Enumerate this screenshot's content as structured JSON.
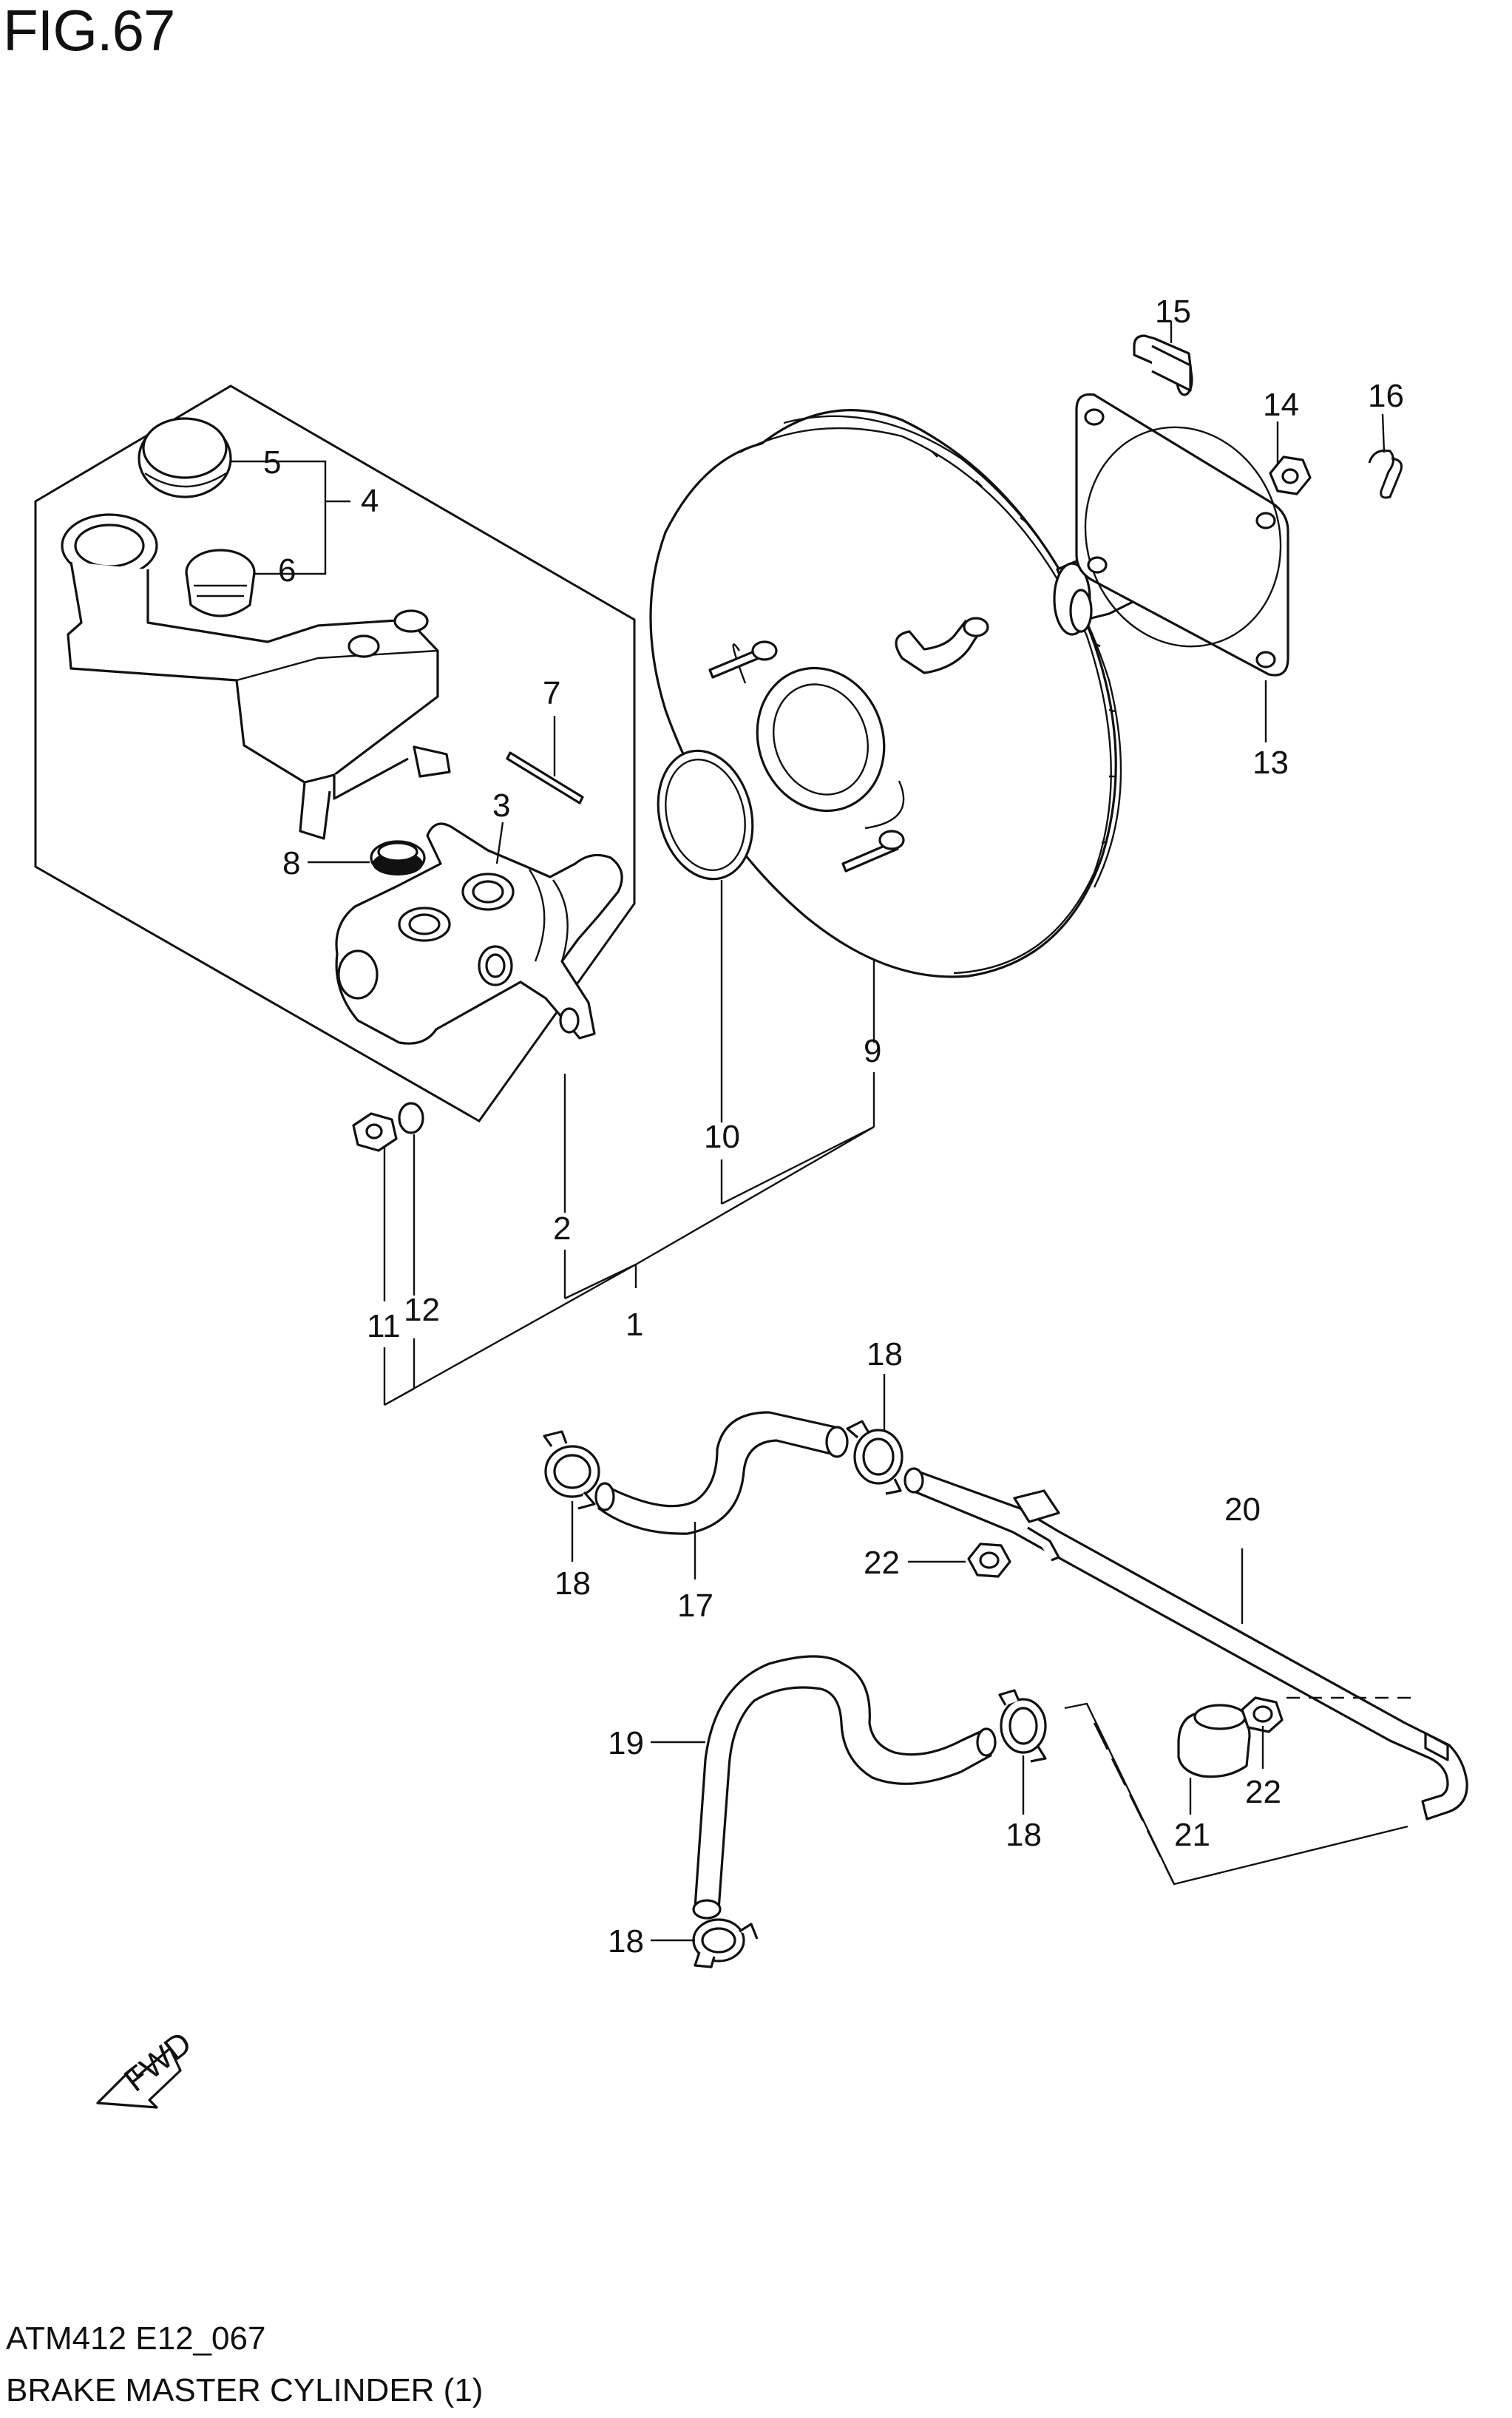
{
  "figure": {
    "title": "FIG.67",
    "code": "ATM412 E12_067",
    "caption": "BRAKE MASTER CYLINDER (1)",
    "fwd_label": "FWD"
  },
  "callouts": [
    {
      "id": "c1",
      "label": "1"
    },
    {
      "id": "c2",
      "label": "2"
    },
    {
      "id": "c3",
      "label": "3"
    },
    {
      "id": "c4",
      "label": "4"
    },
    {
      "id": "c5",
      "label": "5"
    },
    {
      "id": "c6",
      "label": "6"
    },
    {
      "id": "c7",
      "label": "7"
    },
    {
      "id": "c8",
      "label": "8"
    },
    {
      "id": "c9",
      "label": "9"
    },
    {
      "id": "c10",
      "label": "10"
    },
    {
      "id": "c11",
      "label": "11"
    },
    {
      "id": "c12",
      "label": "12"
    },
    {
      "id": "c13",
      "label": "13"
    },
    {
      "id": "c14",
      "label": "14"
    },
    {
      "id": "c15",
      "label": "15"
    },
    {
      "id": "c16",
      "label": "16"
    },
    {
      "id": "c17",
      "label": "17"
    },
    {
      "id": "c18a",
      "label": "18"
    },
    {
      "id": "c18b",
      "label": "18"
    },
    {
      "id": "c18c",
      "label": "18"
    },
    {
      "id": "c18d",
      "label": "18"
    },
    {
      "id": "c19",
      "label": "19"
    },
    {
      "id": "c20",
      "label": "20"
    },
    {
      "id": "c21",
      "label": "21"
    },
    {
      "id": "c22a",
      "label": "22"
    },
    {
      "id": "c22b",
      "label": "22"
    }
  ]
}
